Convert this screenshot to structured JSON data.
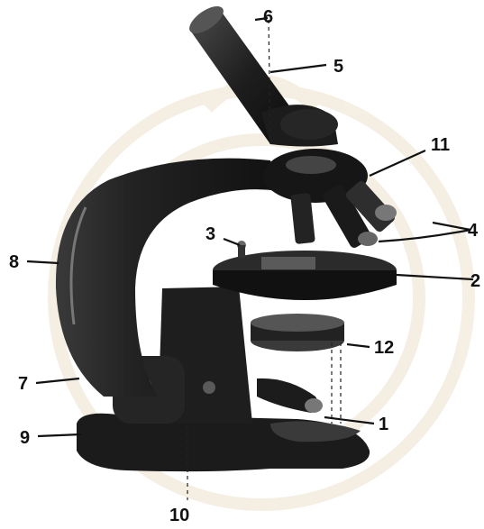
{
  "figure": {
    "labels": [
      {
        "key": "label-1",
        "text": "1"
      },
      {
        "key": "label-2",
        "text": "2"
      },
      {
        "key": "label-3",
        "text": "3"
      },
      {
        "key": "label-4",
        "text": "4"
      },
      {
        "key": "label-5",
        "text": "5"
      },
      {
        "key": "label-6",
        "text": "6"
      },
      {
        "key": "label-7",
        "text": "7"
      },
      {
        "key": "label-8",
        "text": "8"
      },
      {
        "key": "label-9",
        "text": "9"
      },
      {
        "key": "label-10",
        "text": "10"
      },
      {
        "key": "label-11",
        "text": "11"
      },
      {
        "key": "label-12",
        "text": "12"
      }
    ]
  }
}
